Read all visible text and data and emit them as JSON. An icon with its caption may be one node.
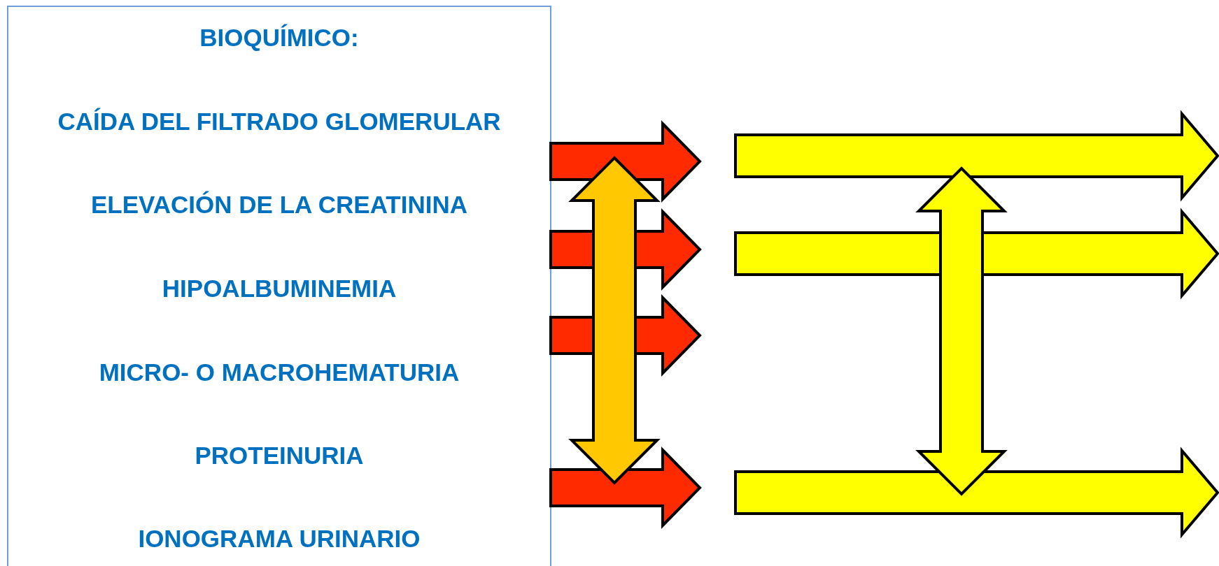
{
  "diagram": {
    "nodes": [
      {
        "text": [
          "BIOQUÍMICO:",
          "CAÍDA DEL FILTRADO GLOMERULAR",
          "ELEVACIÓN DE LA CREATININA",
          "HIPOALBUMINEMIA",
          "MICRO- O MACROHEMATURIA",
          "PROTEINURIA",
          "IONOGRAMA URINARIO"
        ]
      }
    ]
  }
}
